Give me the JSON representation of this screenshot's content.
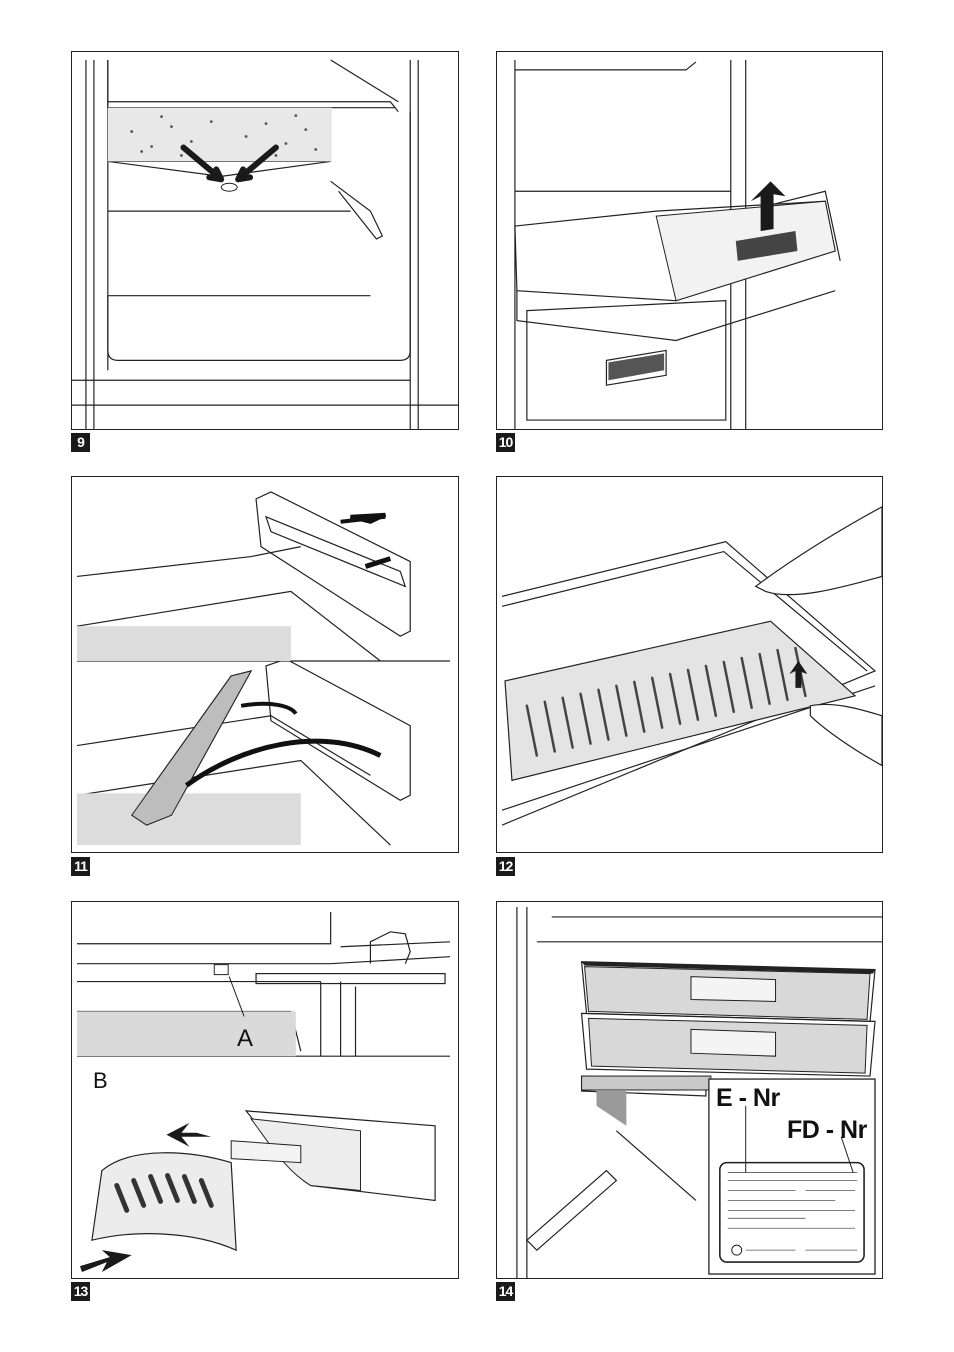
{
  "figures": [
    {
      "number": "9"
    },
    {
      "number": "10"
    },
    {
      "number": "11"
    },
    {
      "number": "12"
    },
    {
      "number": "13"
    },
    {
      "number": "14"
    }
  ],
  "figure13": {
    "label_a": "A",
    "label_b": "B"
  },
  "figure14": {
    "label_e_nr": "E - Nr",
    "label_fd_nr": "FD - Nr"
  },
  "colors": {
    "stroke": "#222222",
    "shade": "#d9d9d9",
    "arrow": "#1a1a1a",
    "page": "#ffffff"
  }
}
